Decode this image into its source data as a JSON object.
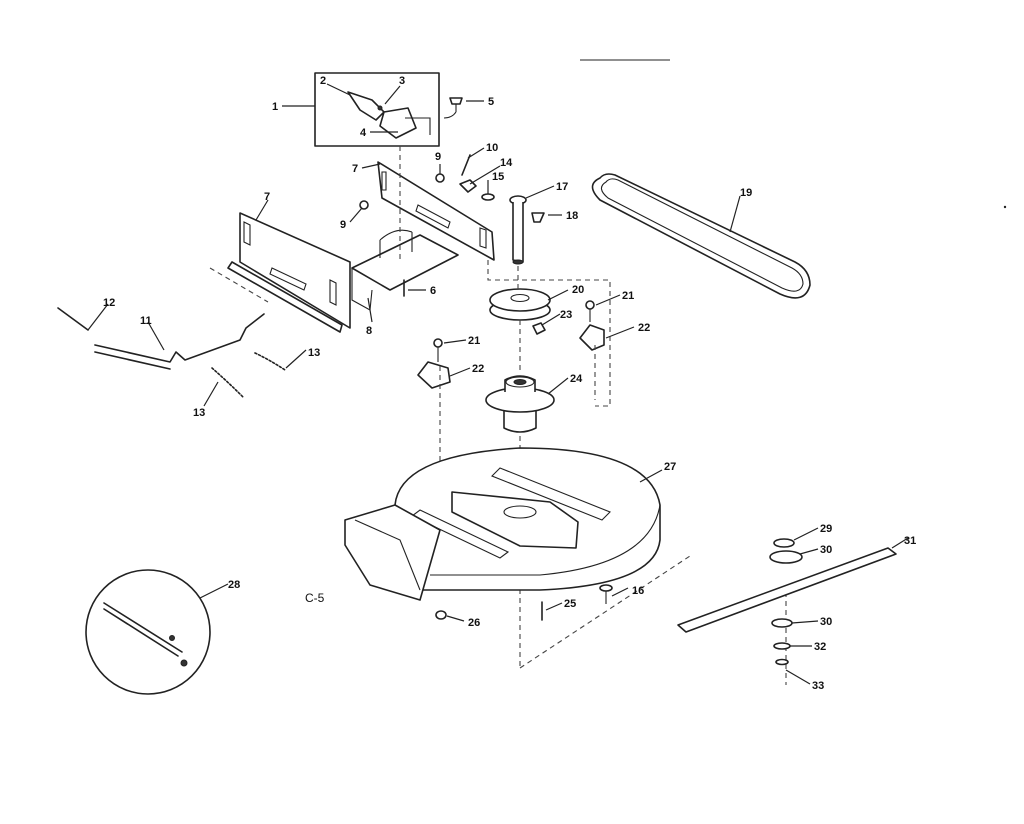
{
  "diagram_code": "C-5",
  "part_labels": [
    "1",
    "2",
    "3",
    "4",
    "5",
    "6",
    "7",
    "7",
    "8",
    "9",
    "9",
    "10",
    "11",
    "12",
    "13",
    "13",
    "14",
    "15",
    "16",
    "17",
    "18",
    "19",
    "20",
    "21",
    "21",
    "22",
    "22",
    "23",
    "24",
    "25",
    "26",
    "27",
    "28",
    "29",
    "30",
    "30",
    "31",
    "32",
    "33"
  ]
}
